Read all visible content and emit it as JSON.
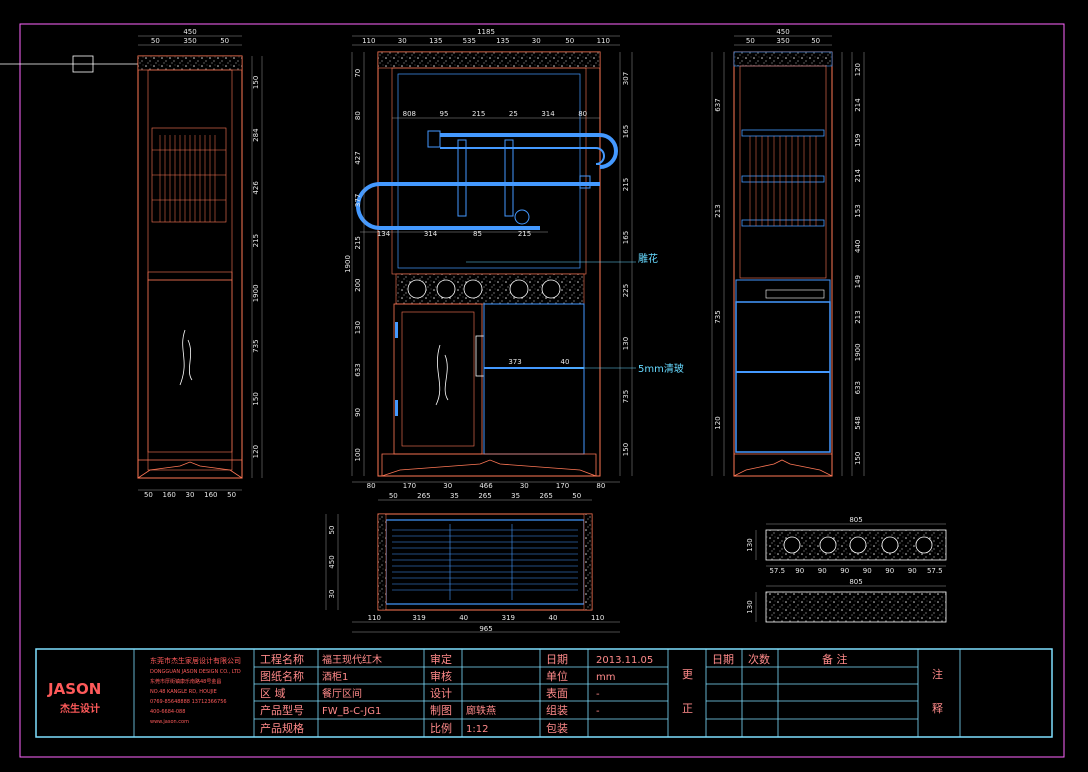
{
  "viewer": {
    "background": "#000000",
    "line_colors": {
      "frame": "#7fdfff",
      "furniture": "#ff7755",
      "glass": "#4499ff",
      "dimension": "#9a9a9a"
    }
  },
  "annotations": {
    "carving_label": "雕花",
    "glass_label": "5mm清玻"
  },
  "front_view": {
    "width_total": "1185",
    "top_dims": [
      "110",
      "30",
      "135",
      "535",
      "135",
      "30",
      "50",
      "110"
    ],
    "height_total": "1900",
    "left_dims": [
      "70",
      "80",
      "427",
      "377",
      "215",
      "200",
      "130",
      "633",
      "90",
      "100"
    ],
    "right_dims": [
      "307",
      "165",
      "215",
      "165",
      "225",
      "130",
      "735",
      "150"
    ],
    "inner_dims": [
      "808",
      "95",
      "215",
      "25",
      "314",
      "80",
      "134",
      "314",
      "85",
      "215",
      "373",
      "40"
    ],
    "bottom_dims": [
      "80",
      "170",
      "30",
      "466",
      "30",
      "170",
      "80"
    ]
  },
  "side_view_left": {
    "top_total": "450",
    "top_dims": [
      "50",
      "350",
      "50"
    ],
    "right_dims": [
      "150",
      "284",
      "426",
      "215",
      "1900",
      "735",
      "150",
      "120"
    ],
    "bottom_dims": [
      "50",
      "160",
      "30",
      "160",
      "50"
    ]
  },
  "side_view_right": {
    "top_total": "450",
    "top_dims": [
      "50",
      "350",
      "50"
    ],
    "left_dims": [
      "637",
      "213",
      "735",
      "120"
    ],
    "right_dims": [
      "120",
      "214",
      "159",
      "214",
      "153",
      "440",
      "149",
      "213",
      "1900",
      "633",
      "548",
      "150"
    ]
  },
  "plan_view": {
    "top_dims": [
      "50",
      "265",
      "35",
      "265",
      "35",
      "265",
      "50"
    ],
    "left_dims": [
      "50",
      "450",
      "30"
    ],
    "bottom_dims": [
      "110",
      "319",
      "40",
      "319",
      "40",
      "110"
    ],
    "bottom_total": "965"
  },
  "carved_panel": {
    "total_width": "805",
    "height": "130",
    "dims": [
      "57.5",
      "90",
      "90",
      "90",
      "90",
      "90",
      "90",
      "57.5"
    ]
  },
  "bottom_panel": {
    "total_width": "805",
    "height": "130"
  },
  "title_block": {
    "logo_text": "JASON",
    "logo_sub": "杰生设计",
    "company_lines": [
      "东莞市杰生家居设计有限公司",
      "DONGGUAN JASON DESIGN CO., LTD",
      "东莞市厚街镇康乐南路48号金昌",
      "NO.48 KANGLE RD, HOUJIE",
      "0769-85648888 13712366756",
      "400-6684-088",
      "www.jason.com"
    ],
    "rows": [
      {
        "label": "工程名称",
        "value": "福王现代红木",
        "label2": "审定",
        "value2": ""
      },
      {
        "label": "图纸名称",
        "value": "酒柜1",
        "label2": "审核",
        "value2": ""
      },
      {
        "label": "区  域",
        "value": "餐厅区间",
        "label2": "设计",
        "value2": ""
      },
      {
        "label": "产品型号",
        "value": "FW_B-C-JG1",
        "label2": "制图",
        "value2": "廊轶燕"
      },
      {
        "label": "产品规格",
        "value": "",
        "label2": "比例",
        "value2": "1:12"
      }
    ],
    "right_rows": [
      {
        "label": "日期",
        "value": "2013.11.05"
      },
      {
        "label": "单位",
        "value": "mm"
      },
      {
        "label": "表面",
        "value": "-"
      },
      {
        "label": "组装",
        "value": "-"
      },
      {
        "label": "包装",
        "value": ""
      }
    ],
    "change_label_1": "更",
    "change_label_2": "正",
    "rev_headers": [
      "日期",
      "次数",
      "备 注"
    ],
    "note_label_1": "注",
    "note_label_2": "释"
  }
}
